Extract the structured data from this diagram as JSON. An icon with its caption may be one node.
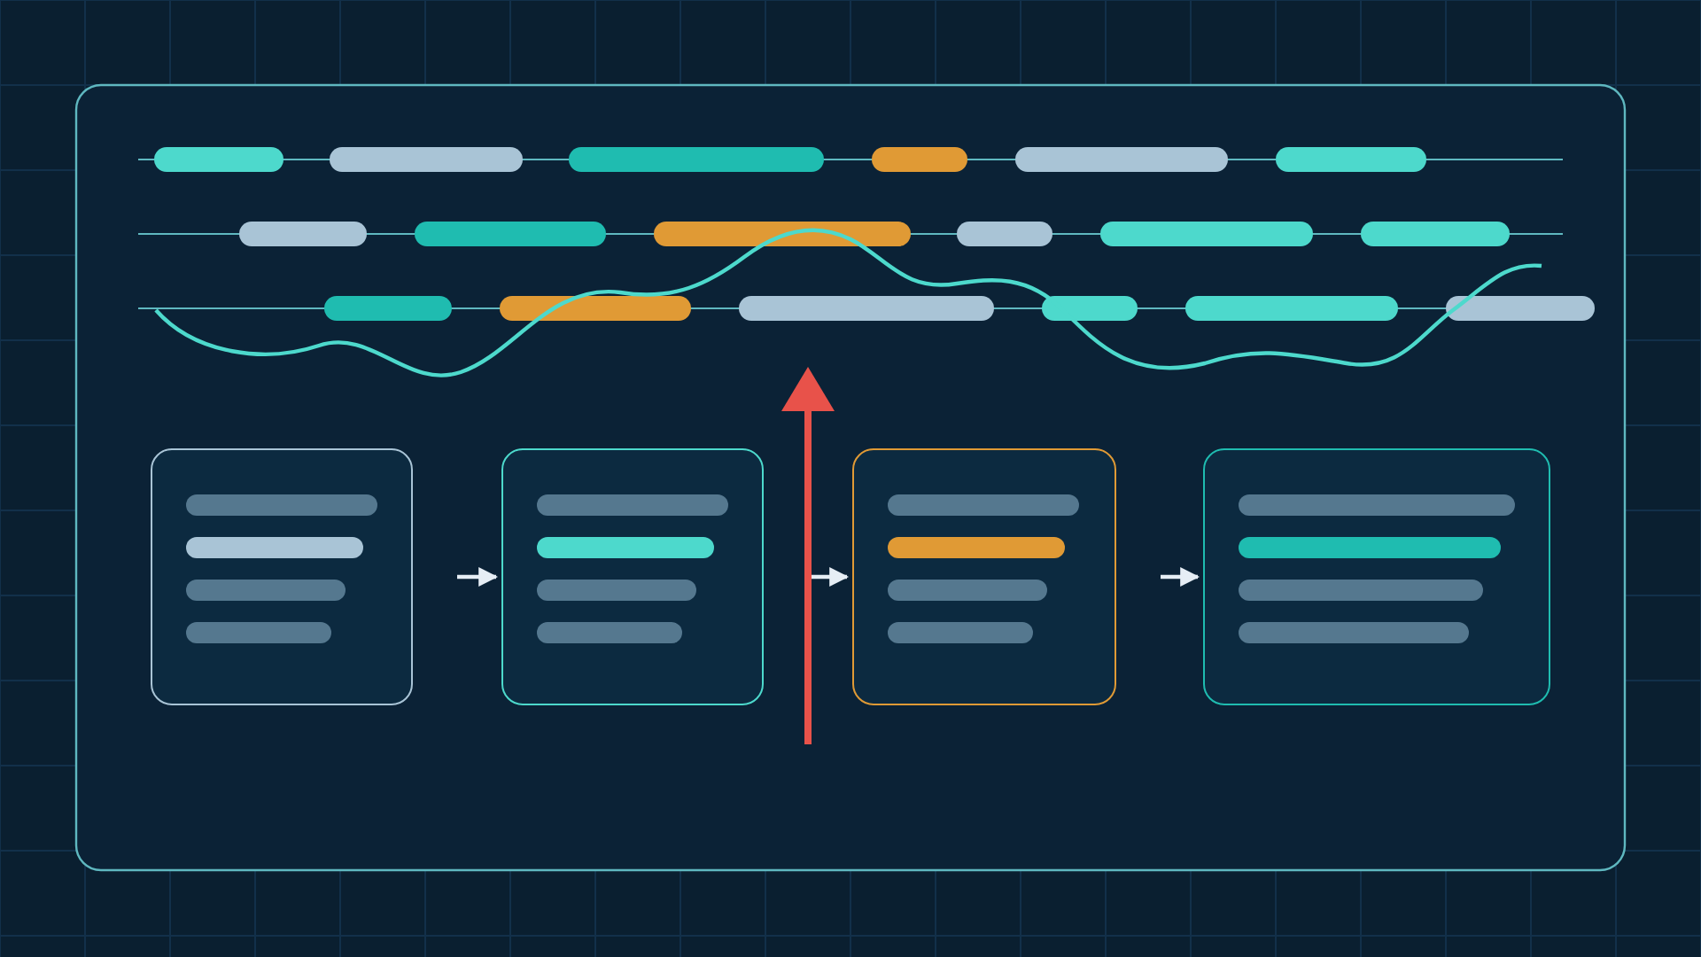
{
  "diagram": {
    "nodes": [
      {
        "text": [],
        "shape": "box"
      },
      {
        "text": [],
        "shape": "box"
      },
      {
        "text": [],
        "shape": "box"
      },
      {
        "text": [],
        "shape": "box"
      }
    ],
    "edges": [
      {
        "from": 0,
        "to": 1,
        "arrow": "to"
      },
      {
        "from": 1,
        "to": 2,
        "arrow": "to"
      },
      {
        "from": 2,
        "to": 3,
        "arrow": "to"
      }
    ]
  }
}
